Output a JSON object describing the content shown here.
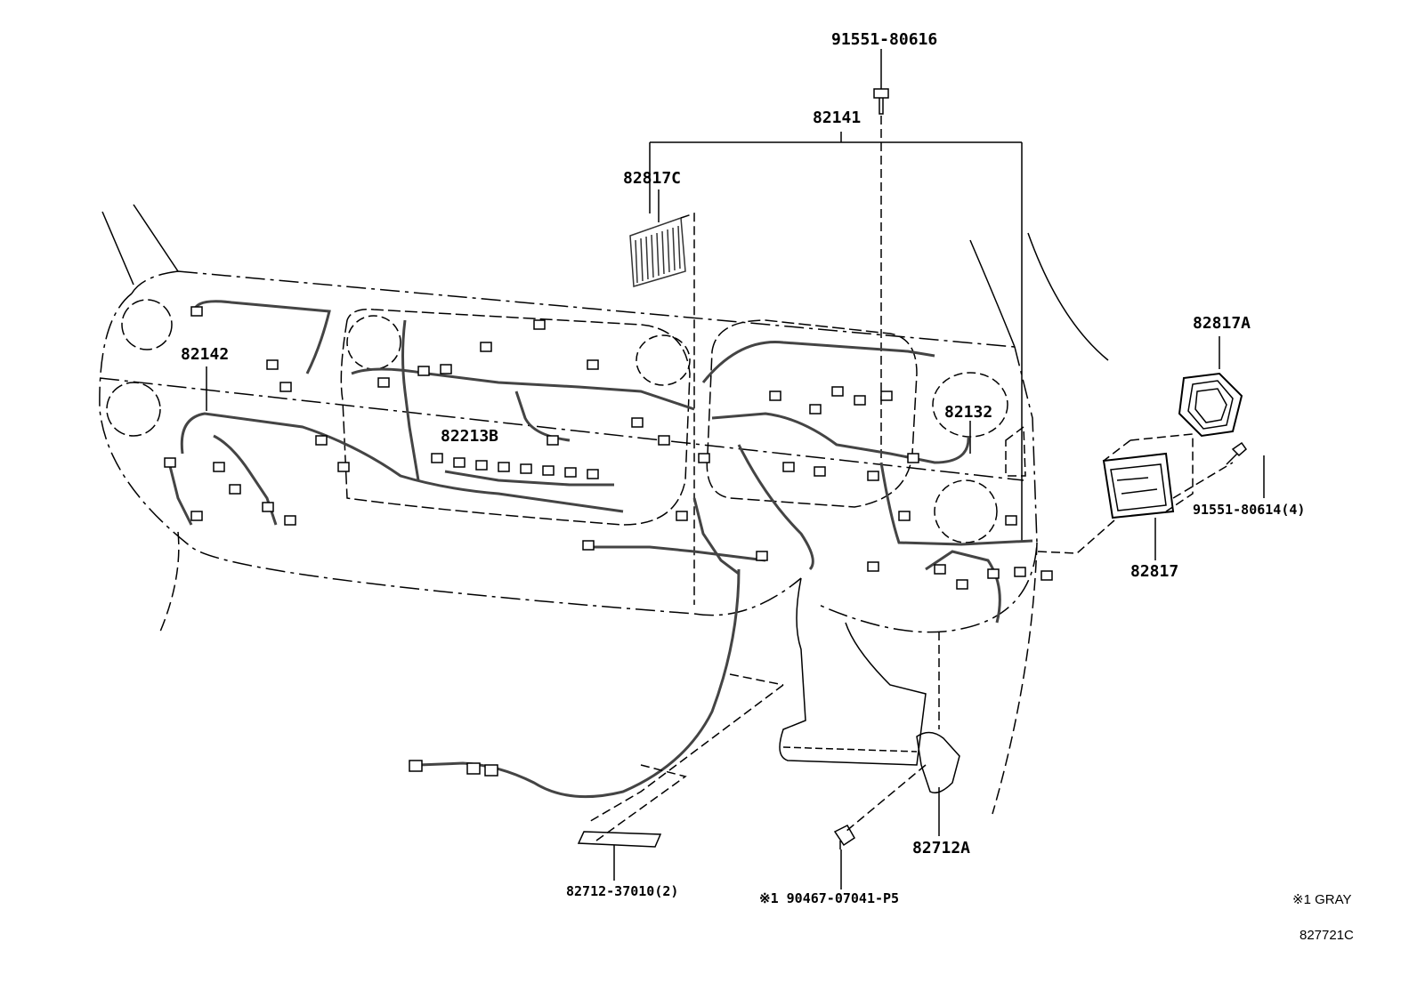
{
  "labels": {
    "bolt_top": "91551-80616",
    "harness_main": "82141",
    "clamp_82817c": "82817C",
    "harness_82142": "82142",
    "harness_82132": "82132",
    "bracket_82213b": "82213B",
    "cover_82817a": "82817A",
    "bolt_side": "91551-80614(4)",
    "box_82817": "82817",
    "protector_82712a": "82712A",
    "tape_82712": "82712-37010(2)",
    "clip_part": "※1 90467-07041-P5"
  },
  "notes": {
    "color_note": "※1 GRAY",
    "figure_code": "827721C"
  },
  "colors": {
    "line": "#000000",
    "harness": "#555555",
    "background": "#ffffff"
  }
}
